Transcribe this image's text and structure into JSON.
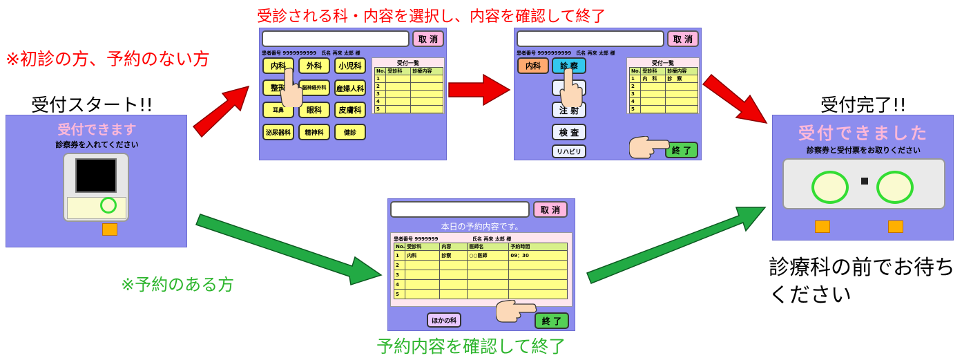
{
  "labels": {
    "first_visit": "※初診の方、予約のない方",
    "reception_start": "受付スタート!!",
    "select_dept": "受診される科・内容を選択し、内容を確認して終了",
    "reserved": "※予約のある方",
    "confirm_reservation": "予約内容を確認して終了",
    "reception_done": "受付完了!!",
    "wait_line1": "診療科の前でお待ち",
    "wait_line2": "ください"
  },
  "screen_start": {
    "title": "受付できます",
    "subtitle": "診察券を入れてください"
  },
  "screen_dept": {
    "cancel": "取 消",
    "patient": "患者番号 9999999999　氏名 再来 太郎 様",
    "buttons": [
      "内科",
      "外科",
      "小児科",
      "整形",
      "脳神経外科",
      "産婦人科",
      "耳鼻",
      "眼科",
      "皮膚科",
      "泌尿器科",
      "精神科",
      "健診"
    ],
    "list_title": "受付一覧",
    "col_no": "No.",
    "col_dept": "受診科",
    "col_content": "診療内容",
    "rows": [
      "1",
      "2",
      "3",
      "4",
      "5"
    ]
  },
  "screen_content": {
    "cancel": "取 消",
    "patient": "患者番号 9999999999　氏名 再来 太郎 様",
    "dept": "内科",
    "content_buttons": [
      "診 察",
      "",
      "注 射",
      "検 査",
      "リハビリ"
    ],
    "list_title": "受付一覧",
    "col_no": "No.",
    "col_dept": "受診科",
    "col_content": "診療内容",
    "row1": [
      "1",
      "内　科",
      "診　察"
    ],
    "rows": [
      "2",
      "3",
      "4",
      "5"
    ],
    "end": "終 了"
  },
  "screen_reservation": {
    "cancel": "取 消",
    "title": "本日の予約内容です。",
    "patient_no": "患者番号 9999999",
    "patient_name": "氏名 再来 太郎 様",
    "col_no": "No.",
    "col_dept": "受診科",
    "col_content": "内容",
    "col_doctor": "医師名",
    "col_time": "予約時間",
    "row1": [
      "1",
      "内科",
      "診察",
      "○○医師",
      "09：30"
    ],
    "rows": [
      "2",
      "3",
      "4",
      "5"
    ],
    "other": "ほかの科",
    "end": "終 了"
  },
  "screen_done": {
    "title": "受付できました",
    "subtitle": "診察券と受付票をお取りください"
  },
  "colors": {
    "red_arrow": "#ee0000",
    "green_arrow": "#22aa44",
    "screen_bg": "#8d8dee"
  }
}
